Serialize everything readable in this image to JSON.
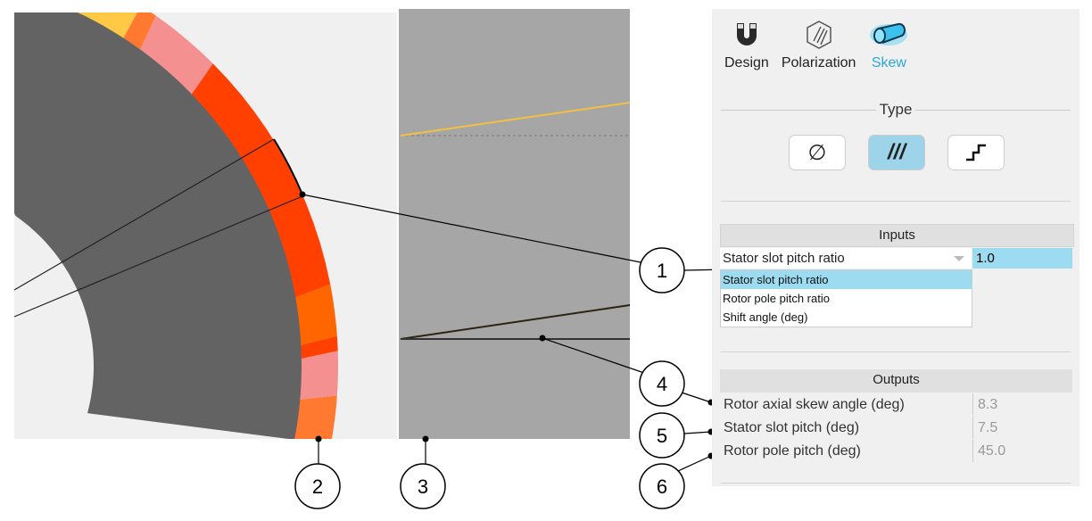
{
  "tabs": [
    {
      "label": "Design",
      "icon": "magnet-icon"
    },
    {
      "label": "Polarization",
      "icon": "polarization-icon"
    },
    {
      "label": "Skew",
      "icon": "skew-cylinder-icon",
      "active": true
    }
  ],
  "type_section": {
    "title": "Type",
    "buttons": [
      {
        "label": "∅",
        "name": "none"
      },
      {
        "label": "///",
        "name": "continuous",
        "selected": true
      },
      {
        "label": "step",
        "name": "step"
      }
    ]
  },
  "inputs": {
    "title": "Inputs",
    "selected": "Stator slot pitch ratio",
    "value": "1.0",
    "options": [
      "Stator slot pitch ratio",
      "Rotor pole pitch ratio",
      "Shift angle (deg)"
    ]
  },
  "outputs": {
    "title": "Outputs",
    "rows": [
      {
        "label": "Rotor axial skew angle (deg)",
        "value": "8.3"
      },
      {
        "label": "Stator slot pitch (deg)",
        "value": "7.5"
      },
      {
        "label": "Rotor pole pitch (deg)",
        "value": "45.0"
      }
    ]
  },
  "callouts": [
    "1",
    "2",
    "3",
    "4",
    "5",
    "6"
  ],
  "colors": {
    "accent": "#2aa8d8",
    "highlight": "#9ddcf0",
    "rotor": "#636363",
    "magnet_red": "#ff4000",
    "magnet_orange": "#ff6600",
    "magnet_pink": "#f49090",
    "magnet_yellow": "#ffc845"
  }
}
